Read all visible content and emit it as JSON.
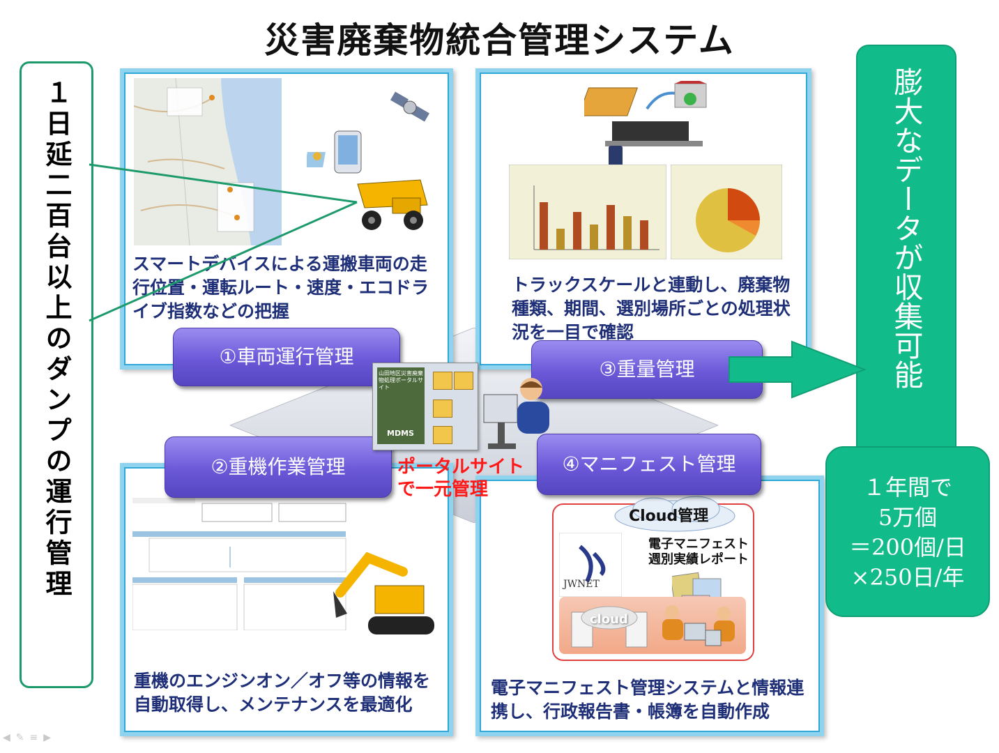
{
  "title": "災害廃棄物統合管理システム",
  "left_box": {
    "text": "１日延二百台以上のダンプの運行管理"
  },
  "panels": {
    "vehicle": {
      "text": "スマートデバイスによる運搬車両の走行位置・運転ルート・速度・エコドライブ指数などの把握"
    },
    "weight": {
      "text": "トラックスケールと連動し、廃棄物種類、期間、選別場所ごとの処理状況を一目で確認"
    },
    "machine": {
      "text": "重機のエンジンオン／オフ等の情報を自動取得し、メンテナンスを最適化"
    },
    "manifest": {
      "text": "電子マニフェスト管理システムと情報連携し、行政報告書・帳簿を自動作成"
    }
  },
  "buttons": {
    "b1": "①車両運行管理",
    "b2": "②重機作業管理",
    "b3": "③重量管理",
    "b4": "④マニフェスト管理"
  },
  "portal": {
    "line1": "ポータルサイト",
    "line2": "で一元管理",
    "screen_title": "山田地区災害廃棄物処理ポータルサイト",
    "logo": "MDMS"
  },
  "cloud": {
    "header": "Cloud管理",
    "jwnet": "JWNET",
    "report_line1": "電子マニフェスト",
    "report_line2": "週別実績レポート",
    "cloud_label": "cloud"
  },
  "right_box": {
    "text": "膨大なデータが収集可能"
  },
  "stat_box": {
    "line1": "１年間で",
    "line2": "5万個",
    "line3": "＝200個/日",
    "line4": "×250日/年"
  },
  "colors": {
    "panel_border": "#8fd3ee",
    "button": "#6a58d8",
    "green": "#12bc8a",
    "text_blue": "#1e2f78",
    "portal_red": "#ff1818"
  }
}
